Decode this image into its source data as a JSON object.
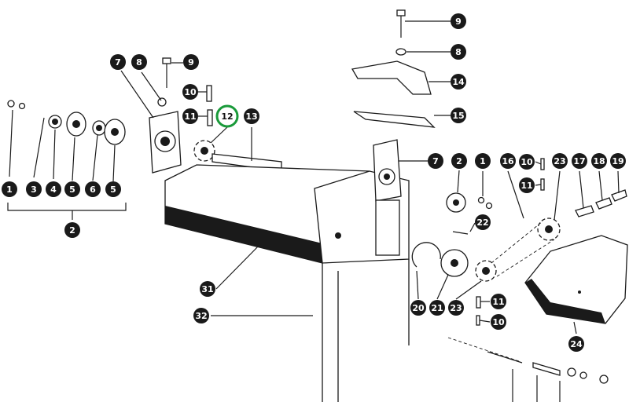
{
  "colors": {
    "ink": "#1a1a1a",
    "highlight": "#1a9a3a",
    "paper": "#ffffff"
  },
  "callouts": [
    {
      "id": "c1a",
      "text": "1"
    },
    {
      "id": "c3",
      "text": "3"
    },
    {
      "id": "c4",
      "text": "4"
    },
    {
      "id": "c5a",
      "text": "5"
    },
    {
      "id": "c6",
      "text": "6"
    },
    {
      "id": "c5b",
      "text": "5"
    },
    {
      "id": "c2a",
      "text": "2"
    },
    {
      "id": "c7a",
      "text": "7"
    },
    {
      "id": "c8a",
      "text": "8"
    },
    {
      "id": "c9a",
      "text": "9"
    },
    {
      "id": "c10a",
      "text": "10"
    },
    {
      "id": "c11a",
      "text": "11"
    },
    {
      "id": "c12",
      "text": "12",
      "highlight": true
    },
    {
      "id": "c13",
      "text": "13"
    },
    {
      "id": "c9b",
      "text": "9"
    },
    {
      "id": "c8b",
      "text": "8"
    },
    {
      "id": "c14",
      "text": "14"
    },
    {
      "id": "c15",
      "text": "15"
    },
    {
      "id": "c7b",
      "text": "7"
    },
    {
      "id": "c2b",
      "text": "2"
    },
    {
      "id": "c1b",
      "text": "1"
    },
    {
      "id": "c16",
      "text": "16"
    },
    {
      "id": "c10b",
      "text": "10"
    },
    {
      "id": "c11b",
      "text": "11"
    },
    {
      "id": "c23a",
      "text": "23"
    },
    {
      "id": "c17",
      "text": "17"
    },
    {
      "id": "c18",
      "text": "18"
    },
    {
      "id": "c19",
      "text": "19"
    },
    {
      "id": "c22",
      "text": "22"
    },
    {
      "id": "c31",
      "text": "31"
    },
    {
      "id": "c32",
      "text": "32"
    },
    {
      "id": "c20",
      "text": "20"
    },
    {
      "id": "c21",
      "text": "21"
    },
    {
      "id": "c23b",
      "text": "23"
    },
    {
      "id": "c11c",
      "text": "11"
    },
    {
      "id": "c10c",
      "text": "10"
    },
    {
      "id": "c24",
      "text": "24"
    }
  ]
}
